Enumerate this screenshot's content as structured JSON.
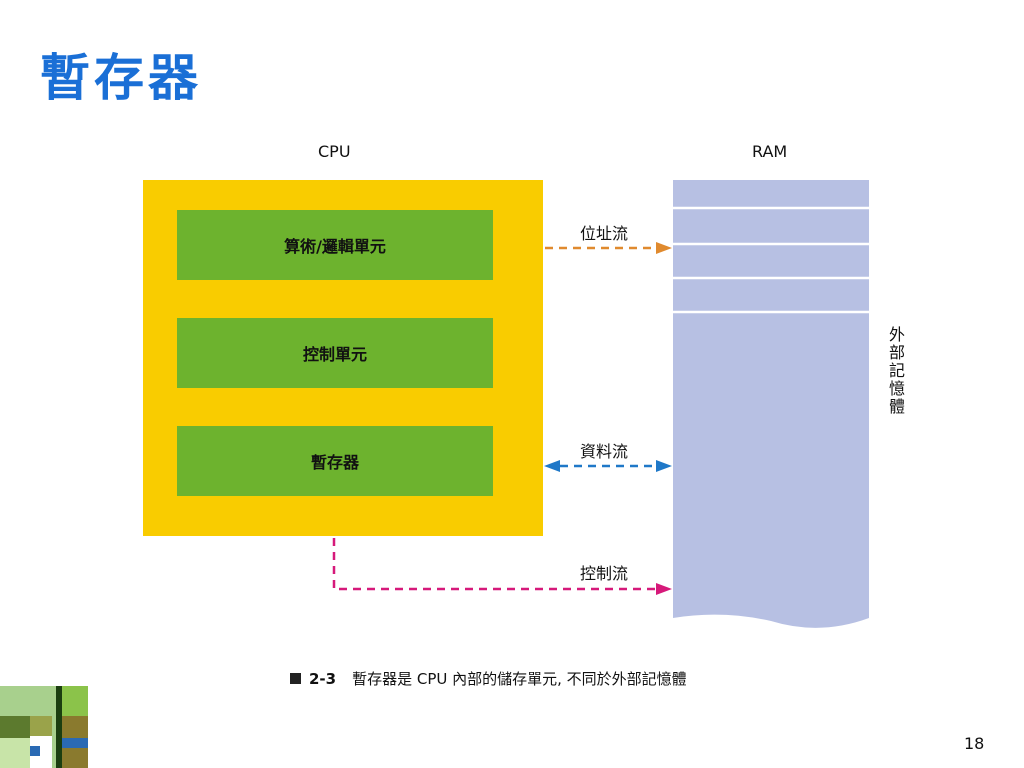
{
  "slide": {
    "title": "暫存器",
    "page_number": "18"
  },
  "diagram": {
    "cpu_label": "CPU",
    "ram_label": "RAM",
    "units": {
      "alu": "算術/邏輯單元",
      "control": "控制單元",
      "register": "暫存器"
    },
    "flows": {
      "address": "位址流",
      "data": "資料流",
      "control": "控制流"
    },
    "external_memory": "外部記憶體",
    "colors": {
      "cpu": "#f9cc00",
      "unit": "#6db32e",
      "ram": "#b7c0e3",
      "address_flow": "#e08a2e",
      "data_flow": "#1f78c8",
      "control_flow": "#d6197a"
    }
  },
  "caption": {
    "figure_number": "2-3",
    "text": "暫存器是 CPU 內部的儲存單元, 不同於外部記憶體"
  }
}
